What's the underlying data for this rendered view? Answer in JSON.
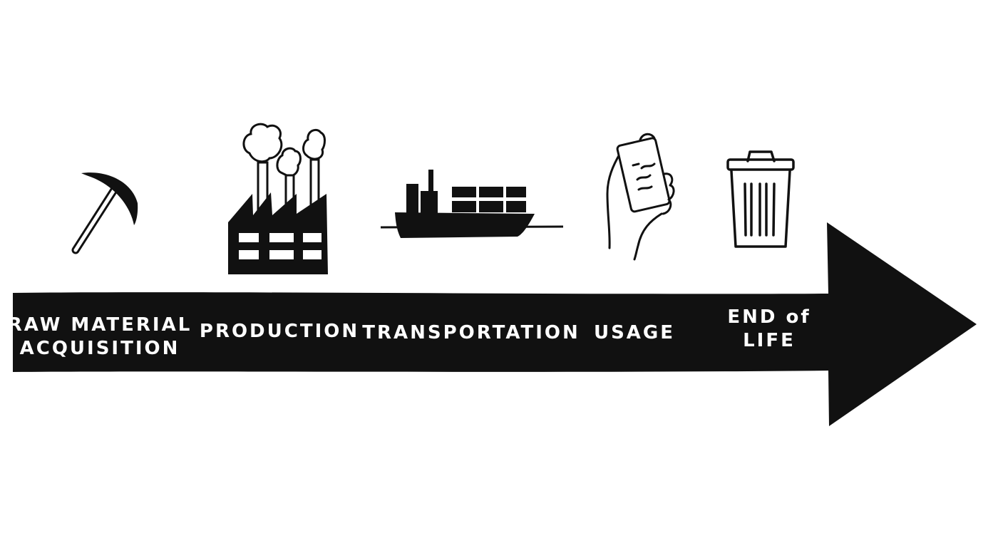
{
  "diagram": {
    "stages": [
      {
        "id": "raw-material-acquisition",
        "lines": [
          "RAW MATERIAL",
          "ACQUISITION"
        ],
        "icon": "pickaxe-icon"
      },
      {
        "id": "production",
        "lines": [
          "PRODUCTION"
        ],
        "icon": "factory-icon"
      },
      {
        "id": "transportation",
        "lines": [
          "TRANSPORTATION"
        ],
        "icon": "cargo-ship-icon"
      },
      {
        "id": "usage",
        "lines": [
          "USAGE"
        ],
        "icon": "hand-holding-phone-icon"
      },
      {
        "id": "end-of-life",
        "lines": [
          "END of",
          "LIFE"
        ],
        "icon": "trash-can-icon"
      }
    ],
    "colors": {
      "ink": "#111111",
      "paper": "#ffffff"
    }
  }
}
